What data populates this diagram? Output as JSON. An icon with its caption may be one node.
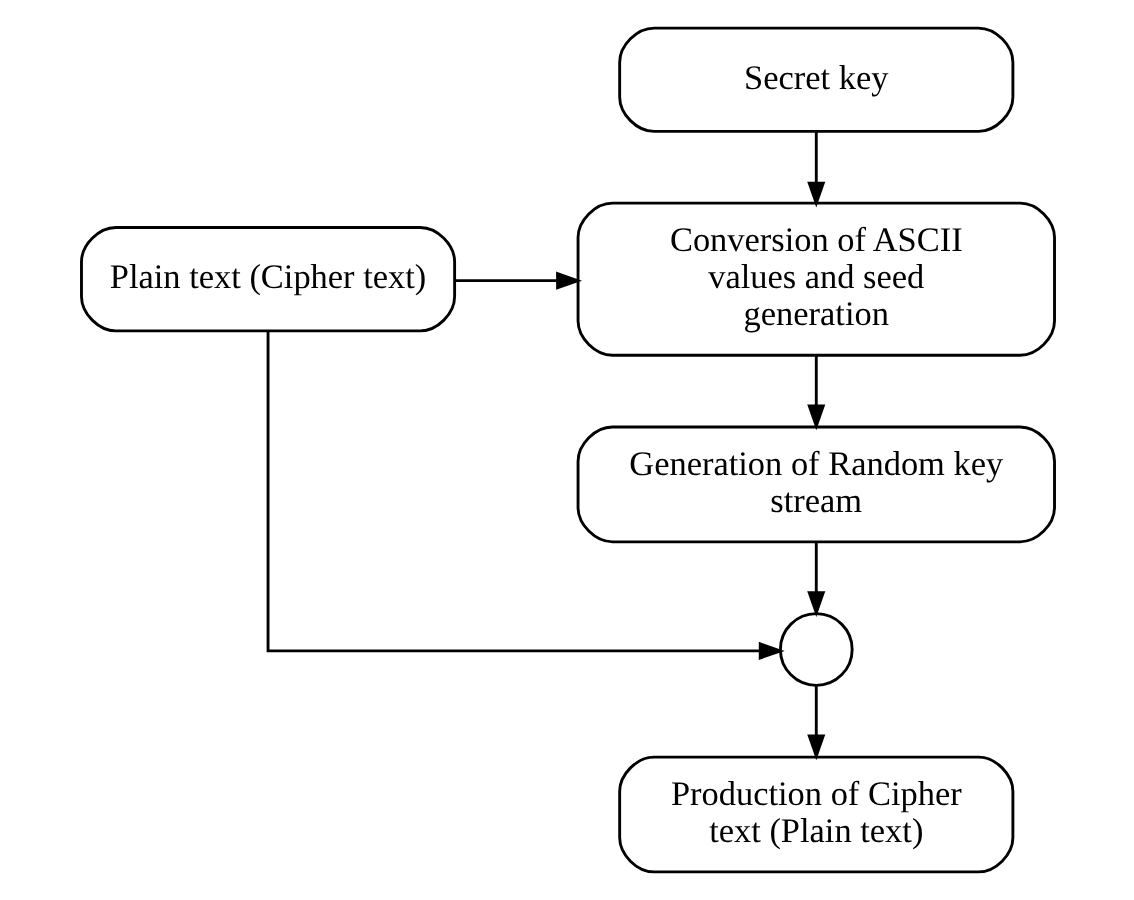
{
  "diagram": {
    "nodes": [
      {
        "text": [
          "Secret key"
        ]
      },
      {
        "text": [
          "Plain text (Cipher text)"
        ]
      },
      {
        "text": [
          "Conversion of ASCII values and seed generation"
        ]
      },
      {
        "text": [
          "Generation of Random key stream"
        ]
      },
      {
        "text": [],
        "shape": "circle"
      },
      {
        "text": [
          "Production of Cipher text (Plain text)"
        ]
      }
    ],
    "edges": [
      {
        "from": 0,
        "to": 2,
        "arrow": "to"
      },
      {
        "from": 1,
        "to": 2,
        "arrow": "to"
      },
      {
        "from": 2,
        "to": 3,
        "arrow": "to"
      },
      {
        "from": 3,
        "to": 4,
        "arrow": "to"
      },
      {
        "from": 1,
        "to": 4,
        "arrow": "to"
      },
      {
        "from": 4,
        "to": 5,
        "arrow": "to"
      }
    ]
  }
}
